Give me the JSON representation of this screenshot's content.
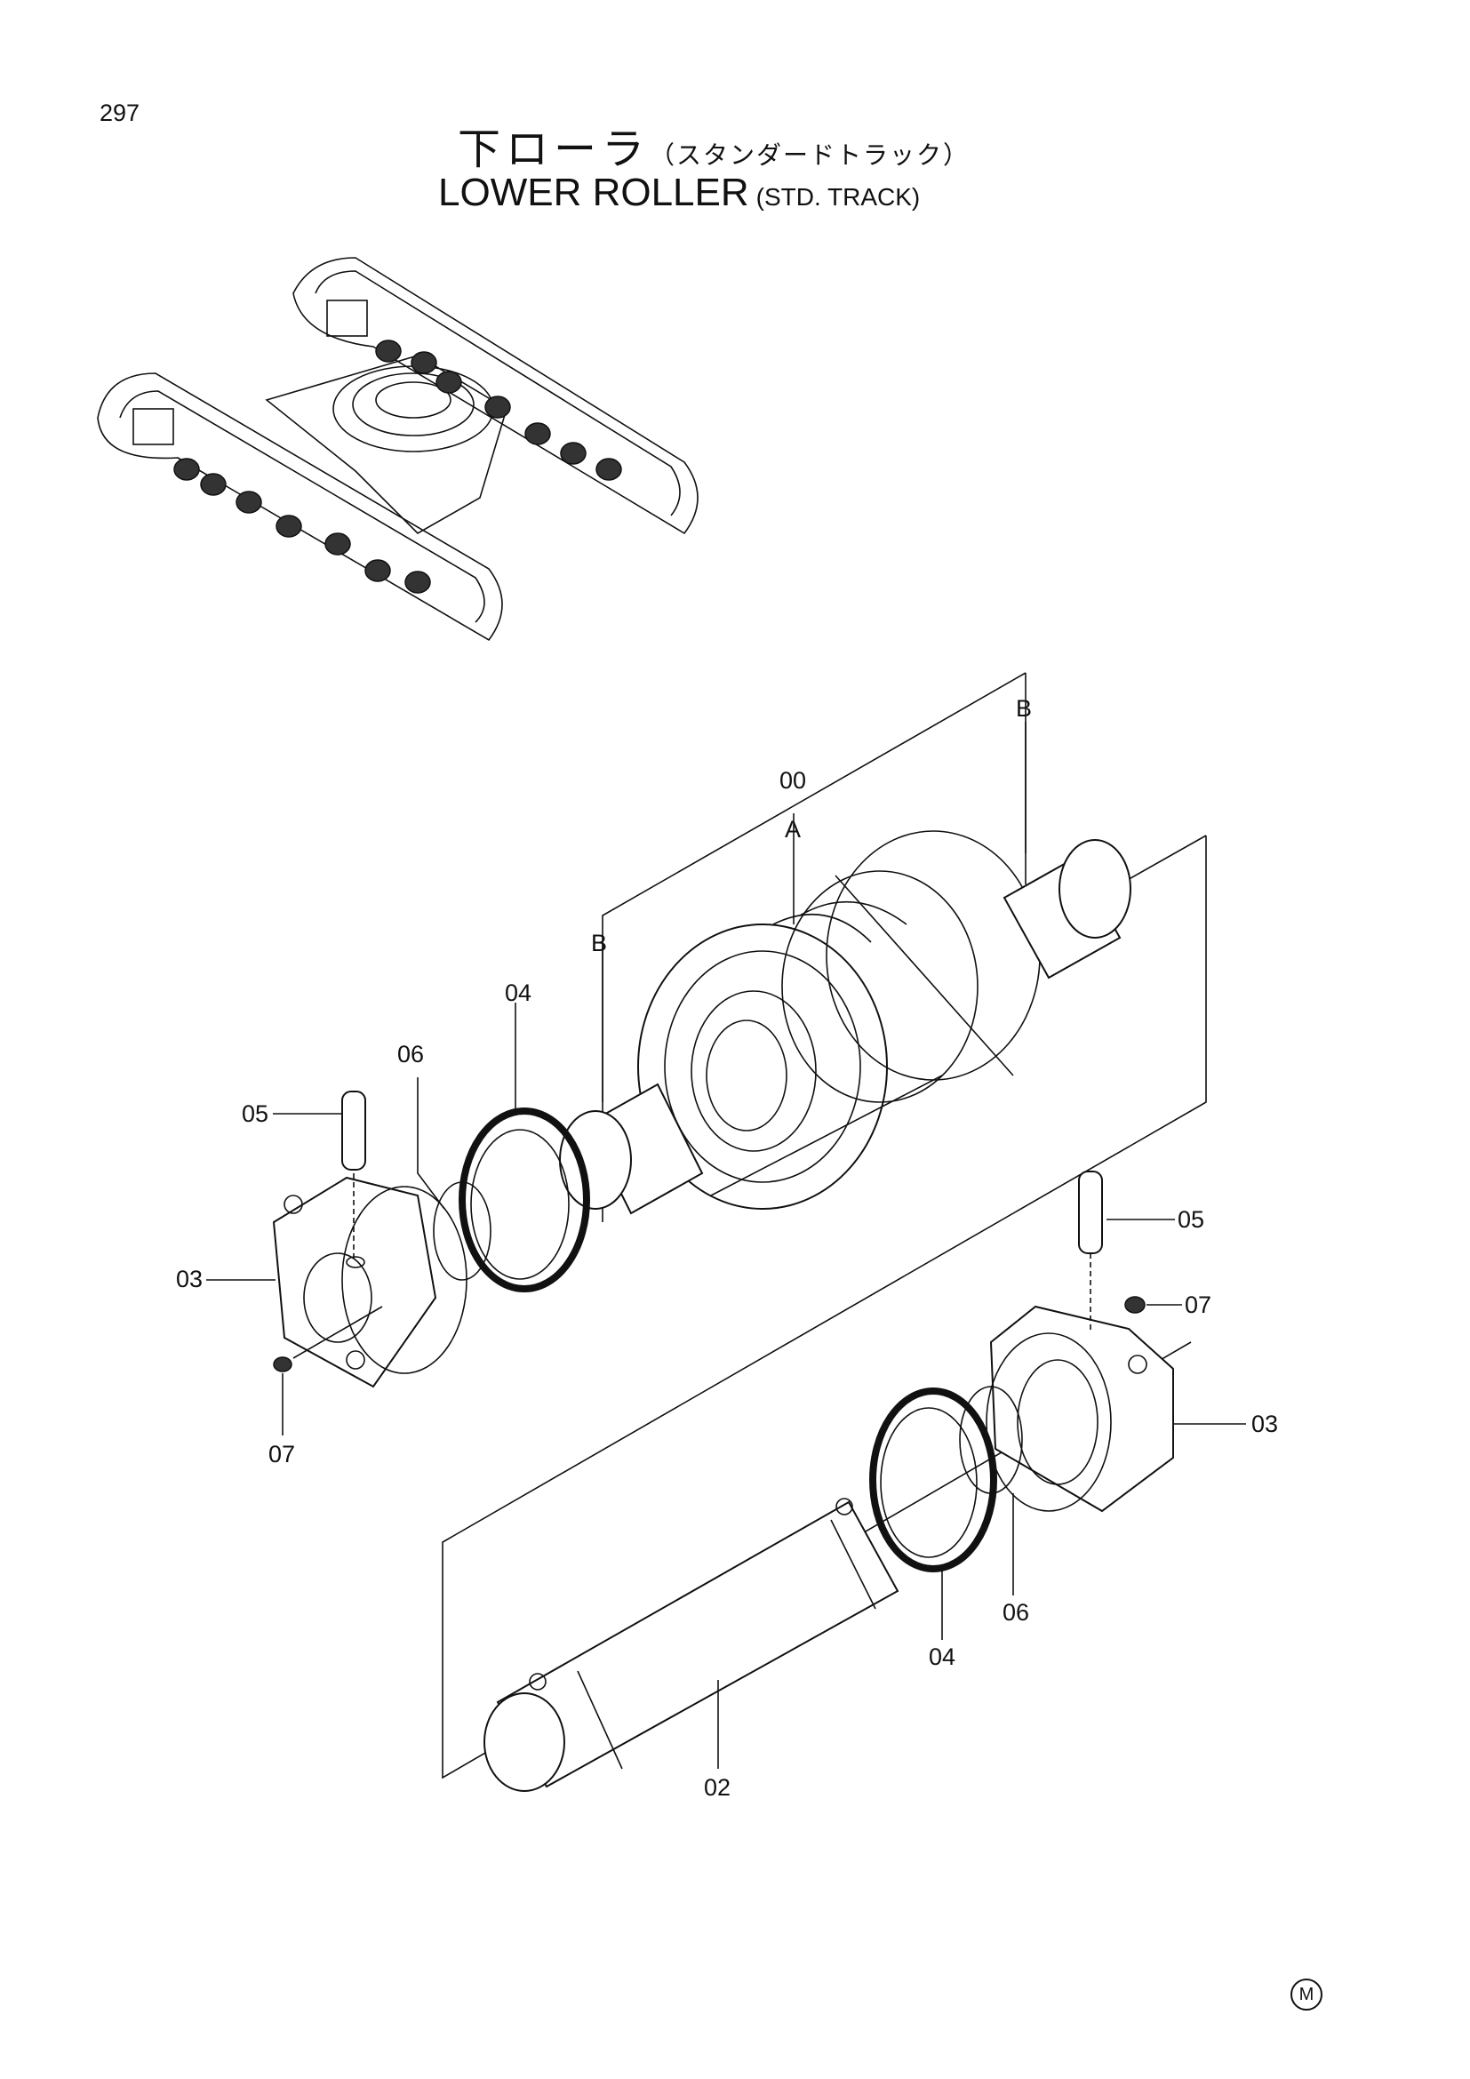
{
  "page": {
    "number": "297"
  },
  "title": {
    "jp_main": "下ローラ",
    "jp_sub": "（スタンダードトラック）",
    "en_main": "LOWER ROLLER",
    "en_sub": "(STD. TRACK)"
  },
  "callouts": {
    "assembly": "00",
    "part_a": "A",
    "part_b_upper": "B",
    "part_b_lower": "B",
    "shaft": "02",
    "collar_left": "03",
    "collar_right": "03",
    "seal_left": "04",
    "seal_right": "04",
    "pin_left": "05",
    "pin_right": "05",
    "oring_left": "06",
    "oring_right": "06",
    "plug_left": "07",
    "plug_right": "07"
  },
  "footer": {
    "mark": "M"
  }
}
